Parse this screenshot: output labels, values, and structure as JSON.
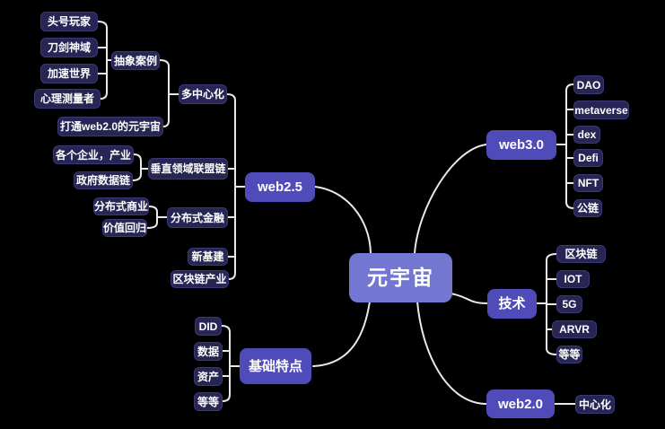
{
  "colors": {
    "bg": "#000000",
    "leaf": "#262553",
    "branch": "#4f4cba",
    "center": "#7477d1",
    "edge": "#e9e9e9",
    "text": "#ffffff"
  },
  "tree": {
    "center": {
      "label": "元宇宙"
    },
    "web25": {
      "label": "web2.5",
      "multi_center": {
        "label": "多中心化",
        "abstract_cases": {
          "label": "抽象案例",
          "items": [
            "头号玩家",
            "刀剑神域",
            "加速世界",
            "心理测量者"
          ]
        },
        "bridge": {
          "label": "打通web2.0的元宇宙"
        }
      },
      "vertical_alliance": {
        "label": "垂直领域联盟链",
        "items": [
          "各个企业，产业",
          "政府数据链"
        ]
      },
      "dist_finance": {
        "label": "分布式金融",
        "items": [
          "分布式商业",
          "价值回归"
        ]
      },
      "new_infra": {
        "label": "新基建"
      },
      "blockchain_industry": {
        "label": "区块链产业"
      }
    },
    "basics": {
      "label": "基础特点",
      "items": [
        "DID",
        "数据",
        "资产",
        "等等"
      ]
    },
    "web30": {
      "label": "web3.0",
      "items": [
        "DAO",
        "metaverse",
        "dex",
        "Defi",
        "NFT",
        "公链"
      ]
    },
    "tech": {
      "label": "技术",
      "items": [
        "区块链",
        "IOT",
        "5G",
        "ARVR",
        "等等"
      ]
    },
    "web20": {
      "label": "web2.0",
      "items": [
        "中心化"
      ]
    }
  }
}
